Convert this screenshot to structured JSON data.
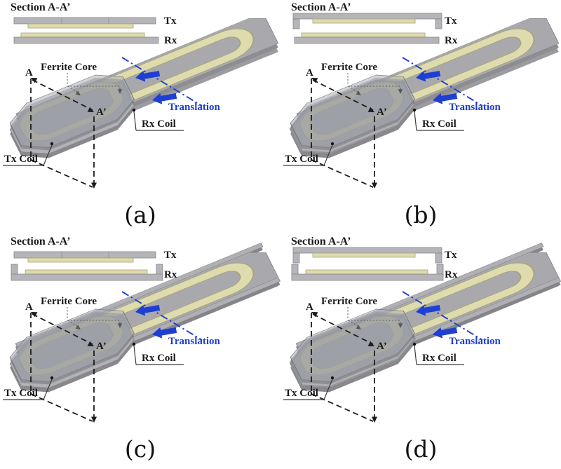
{
  "figure": {
    "labels": {
      "section_title": "Section A-A’",
      "tx": "Tx",
      "rx": "Rx",
      "ferrite_core": "Ferrite Core",
      "translation": "Translation",
      "rx_coil": "Rx Coil",
      "tx_coil": "Tx Coil",
      "section_a": "A",
      "section_a_prime": "A’"
    },
    "panels": [
      {
        "id": "a",
        "caption": "(a)",
        "tx_section": "flat",
        "rx_section": "flat",
        "rails": false,
        "tx_skirt": false
      },
      {
        "id": "b",
        "caption": "(b)",
        "tx_section": "flanged",
        "rx_section": "flat",
        "rails": false,
        "tx_skirt": true
      },
      {
        "id": "c",
        "caption": "(c)",
        "tx_section": "flat",
        "rx_section": "flanged",
        "rails": true,
        "tx_skirt": false
      },
      {
        "id": "d",
        "caption": "(d)",
        "tx_section": "flanged",
        "rx_section": "flanged",
        "rails": true,
        "tx_skirt": true
      }
    ],
    "colors": {
      "coil": "#dedbae",
      "coil_edge": "#a8a47a",
      "plate": "#b5b5b9",
      "plate_top": "#a9a9ad",
      "plate_side": "#8b8b90",
      "annotation_blue": "#1e3fd2",
      "text": "#1a1a1a"
    }
  }
}
